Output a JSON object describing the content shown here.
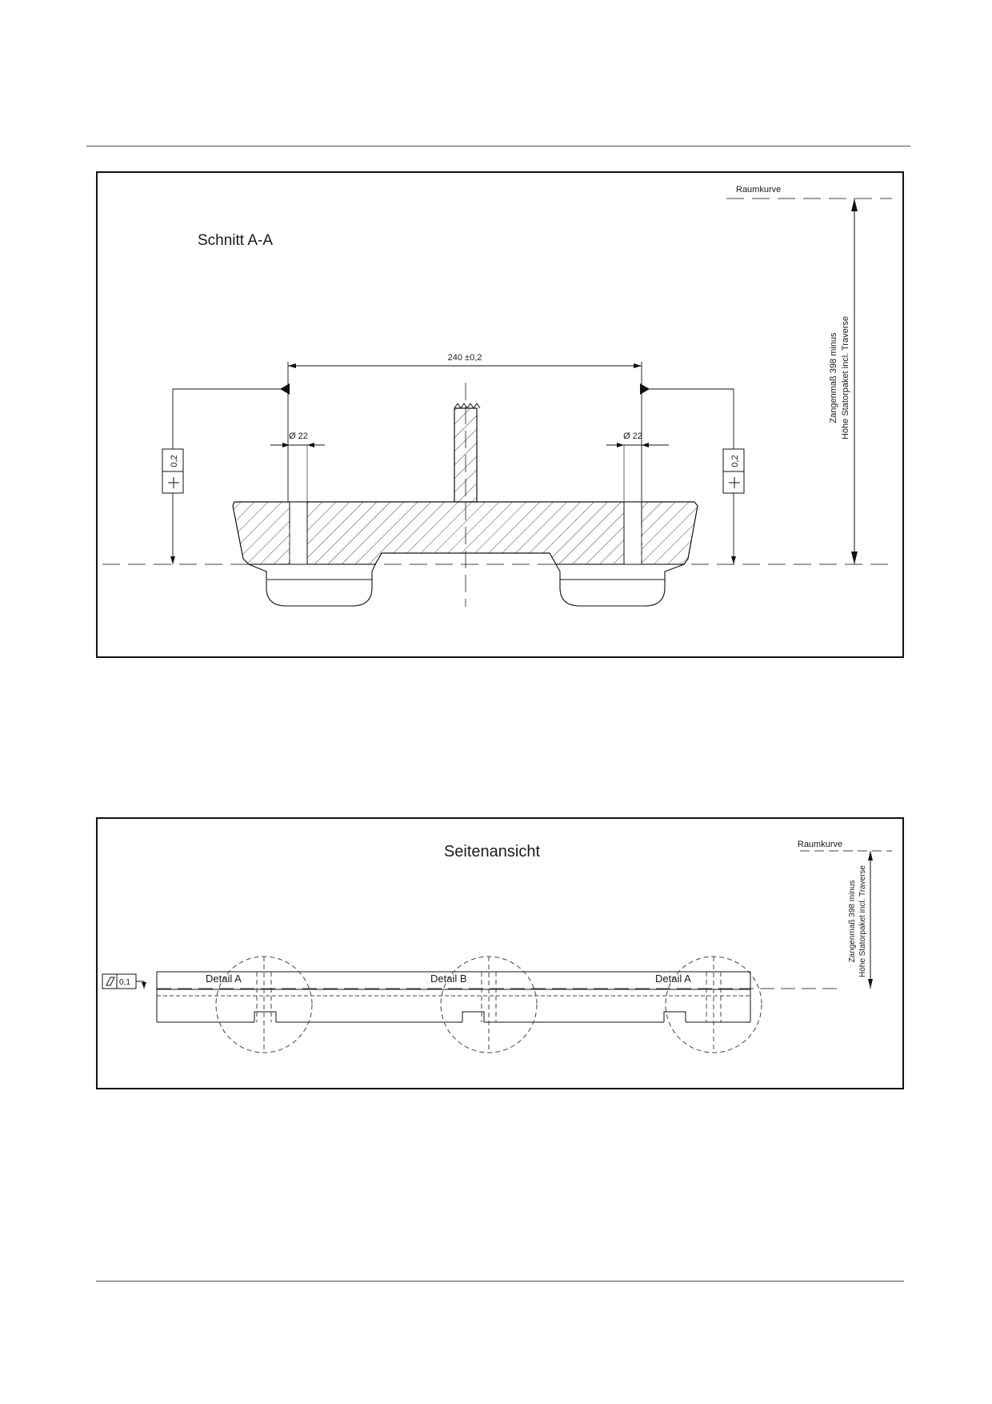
{
  "section_view": {
    "title": "Schnitt A-A",
    "reference_label": "Raumkurve",
    "spacing_dimension": "240 ±0,2",
    "left_bore": "Ø 22",
    "right_bore": "Ø 22",
    "left_tolerance": "0,2",
    "right_tolerance": "0,2",
    "height_note_line1": "Zangenmaß 398 minus",
    "height_note_line2": "Höhe Statorpaket incl. Traverse"
  },
  "side_view": {
    "title": "Seitenansicht",
    "reference_label": "Raumkurve",
    "flatness_value": "0,1",
    "details": [
      "Detail A",
      "Detail B",
      "Detail A"
    ],
    "height_note_line1": "Zangenmaß 398 minus",
    "height_note_line2": "Höhe Statorpaket incl. Traverse"
  }
}
